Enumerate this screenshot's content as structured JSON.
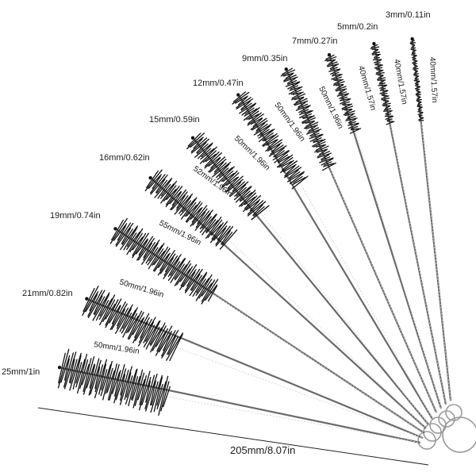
{
  "product": {
    "overall_length_label": "205mm/8.07in",
    "brushes": [
      {
        "diameter": "3mm/0.11in",
        "bristle_length": "40mm/1.57in"
      },
      {
        "diameter": "5mm/0.2in",
        "bristle_length": "40mm/1.57in"
      },
      {
        "diameter": "7mm/0.27in",
        "bristle_length": "40mm/1.57in"
      },
      {
        "diameter": "9mm/0.35in",
        "bristle_length": "50mm/1.96in"
      },
      {
        "diameter": "12mm/0.47in",
        "bristle_length": "50mm/1.96in"
      },
      {
        "diameter": "15mm/0.59in",
        "bristle_length": "50mm/1.96in"
      },
      {
        "diameter": "16mm/0.62in",
        "bristle_length": "52mm/1.96in"
      },
      {
        "diameter": "19mm/0.74in",
        "bristle_length": "55mm/1.96in"
      },
      {
        "diameter": "21mm/0.82in",
        "bristle_length": "50mm/1.96in"
      },
      {
        "diameter": "25mm/1in",
        "bristle_length": "50mm/1.96in"
      }
    ]
  },
  "colors": {
    "bristle": "#111111",
    "wire": "#6a6a6a",
    "wire_highlight": "#d0d0d0",
    "ring": "#9a9a9a",
    "dimension_line": "#222222",
    "text": "#1a1a1a"
  }
}
